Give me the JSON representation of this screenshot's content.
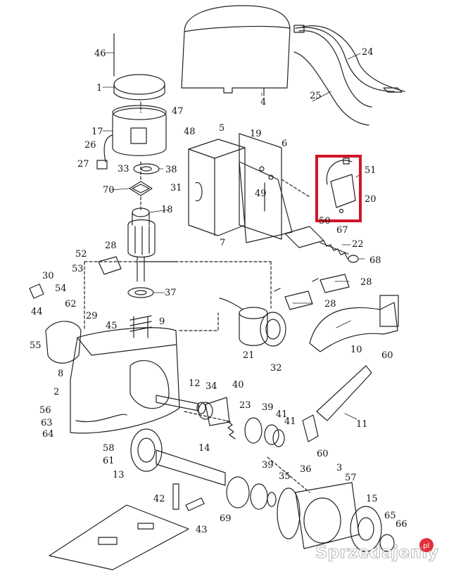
{
  "diagram": {
    "part_numbers": [
      "46",
      "1",
      "47",
      "4",
      "24",
      "25",
      "17",
      "26",
      "27",
      "33",
      "38",
      "48",
      "5",
      "19",
      "6",
      "51",
      "20",
      "49",
      "70",
      "31",
      "18",
      "50",
      "67",
      "7",
      "52",
      "28",
      "22",
      "68",
      "53",
      "30",
      "54",
      "62",
      "37",
      "28b",
      "44",
      "29",
      "45",
      "9",
      "28c",
      "60",
      "55",
      "8",
      "10",
      "2",
      "12",
      "34",
      "40",
      "56",
      "63",
      "64",
      "23",
      "39",
      "41",
      "41b",
      "11",
      "60b",
      "58",
      "61",
      "13",
      "14",
      "39b",
      "36",
      "3",
      "57",
      "42",
      "69",
      "35",
      "15",
      "65",
      "43",
      "66",
      "21",
      "32"
    ],
    "highlight_color": "#d0152a",
    "line_color": "#222222"
  },
  "watermark": {
    "text": "Sprzedajemy",
    "badge": ".pl"
  }
}
